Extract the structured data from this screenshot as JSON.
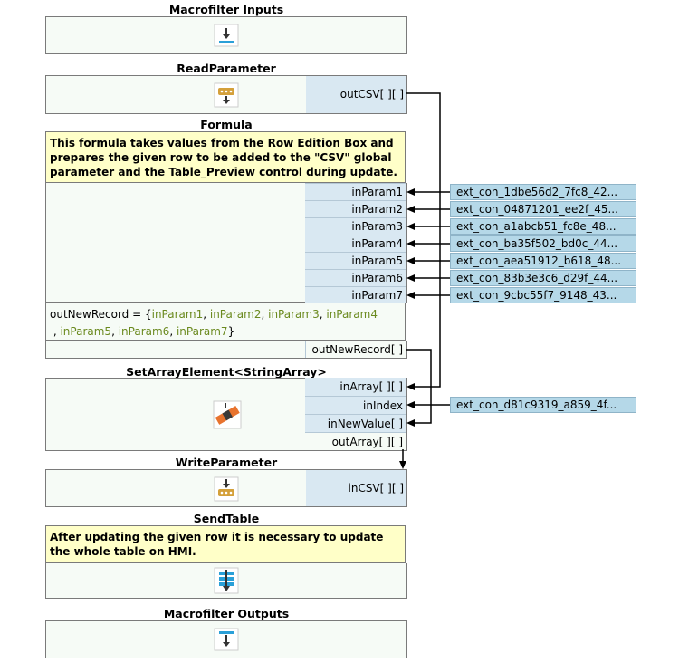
{
  "blocks": {
    "inputs": {
      "title": "Macrofilter Inputs"
    },
    "read": {
      "title": "ReadParameter",
      "out_port": "outCSV[ ][ ]"
    },
    "formula": {
      "title": "Formula",
      "note": "This formula takes values from the Row Edition Box and prepares the given row to be added to the \"CSV\" global parameter and the Table_Preview control during update.",
      "in_ports": [
        "inParam1",
        "inParam2",
        "inParam3",
        "inParam4",
        "inParam5",
        "inParam6",
        "inParam7"
      ],
      "expression_prefix": "outNewRecord = {",
      "expression_params": [
        "inParam1",
        "inParam2",
        "inParam3",
        "inParam4",
        "inParam5",
        "inParam6",
        "inParam7"
      ],
      "expression_suffix": "}",
      "out_port": "outNewRecord[ ]"
    },
    "setarray": {
      "title": "SetArrayElement<StringArray>",
      "ports": [
        "inArray[ ][ ]",
        "inIndex",
        "inNewValue[ ]",
        "outArray[ ][ ]"
      ]
    },
    "write": {
      "title": "WriteParameter",
      "in_port": "inCSV[ ][ ]"
    },
    "sendtable": {
      "title": "SendTable",
      "note": "After updating the given row it is necessary to update the whole table on HMI."
    },
    "outputs": {
      "title": "Macrofilter Outputs"
    }
  },
  "connections": {
    "formula_inputs": [
      "ext_con_1dbe56d2_7fc8_42...",
      "ext_con_04871201_ee2f_45...",
      "ext_con_a1abcb51_fc8e_48...",
      "ext_con_ba35f502_bd0c_44...",
      "ext_con_aea51912_b618_48...",
      "ext_con_83b3e3c6_d29f_44...",
      "ext_con_9cbc55f7_9148_43..."
    ],
    "index_input": "ext_con_d81c9319_a859_4f..."
  },
  "colors": {
    "port_bg": "#d9e8f2",
    "ext_bg": "#b5d8e8",
    "note_bg": "#ffffc8",
    "box_bg": "#f6fbf6",
    "param_green": "#6b8a1f"
  }
}
